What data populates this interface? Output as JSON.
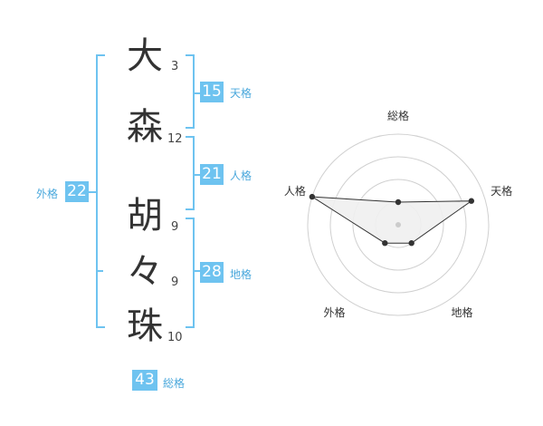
{
  "name": {
    "chars": [
      {
        "char": "大",
        "strokes": "3"
      },
      {
        "char": "森",
        "strokes": "12"
      },
      {
        "char": "胡",
        "strokes": "9"
      },
      {
        "char": "々",
        "strokes": "9"
      },
      {
        "char": "珠",
        "strokes": "10"
      }
    ]
  },
  "kakusu": {
    "tenkaku": {
      "value": "15",
      "label": "天格"
    },
    "jinkaku": {
      "value": "21",
      "label": "人格"
    },
    "chikaku": {
      "value": "28",
      "label": "地格"
    },
    "gaikaku": {
      "value": "22",
      "label": "外格"
    },
    "soukaku": {
      "value": "43",
      "label": "総格"
    }
  },
  "chart_data": {
    "type": "radar",
    "axes": [
      "総格",
      "天格",
      "地格",
      "外格",
      "人格"
    ],
    "values": [
      0.25,
      0.85,
      0.25,
      0.25,
      1.0
    ],
    "max": 1.0,
    "rings": 4,
    "colors": {
      "fill": "#f0f0f0",
      "line": "#333333",
      "grid": "#d0d0d0",
      "accent": "#6ec3f0"
    }
  }
}
